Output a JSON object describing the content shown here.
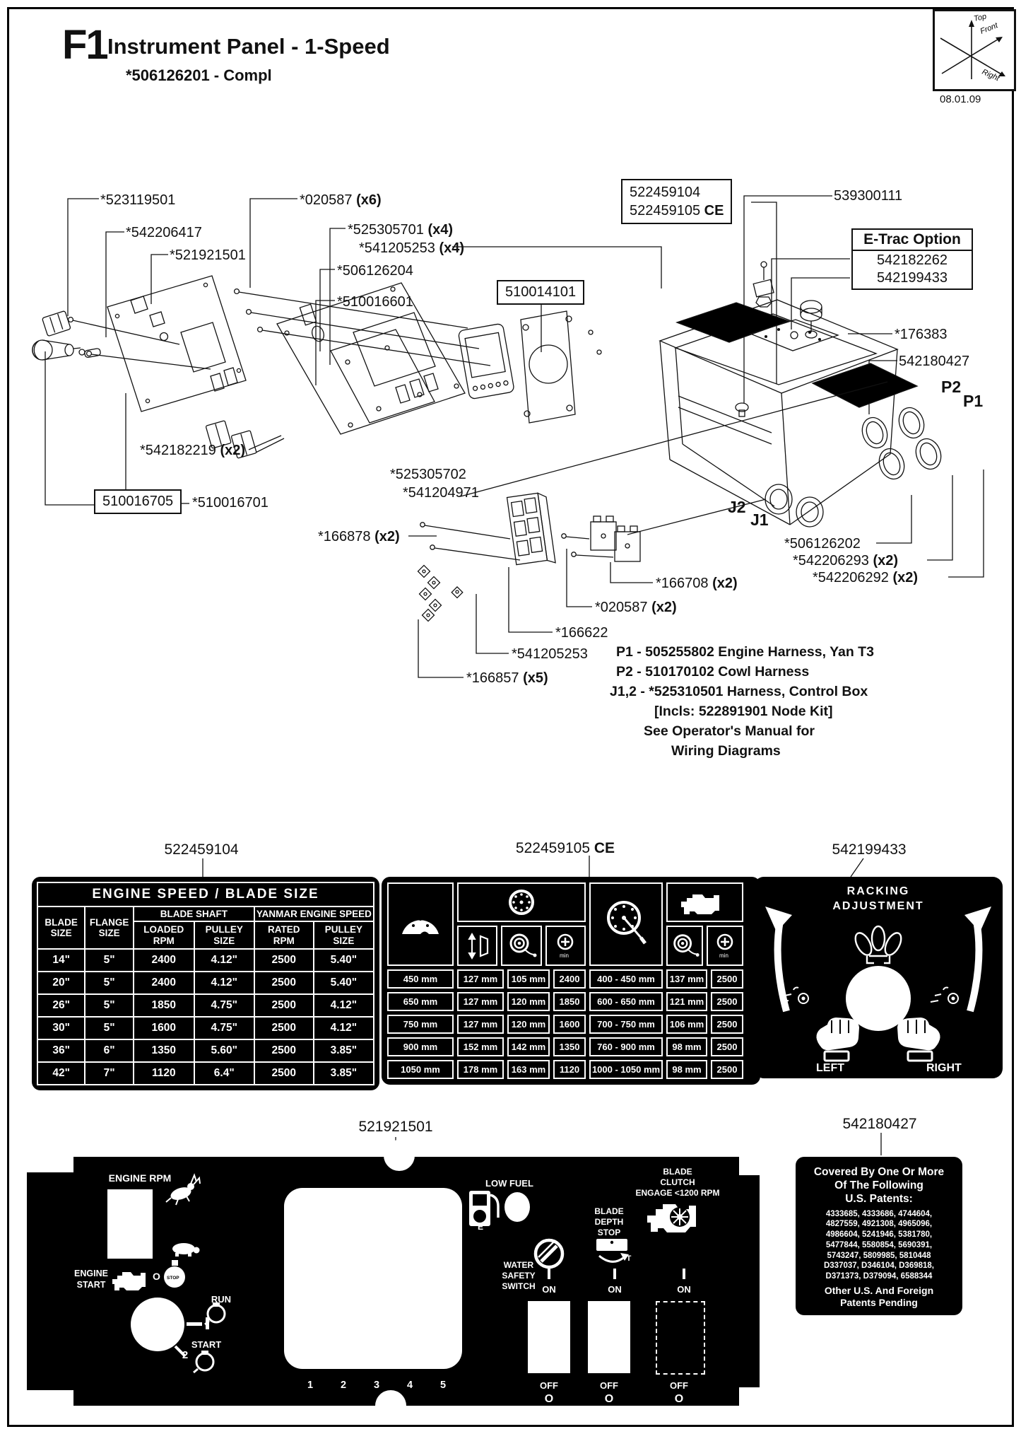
{
  "header": {
    "figure_id": "F1",
    "title": "Instrument Panel - 1-Speed",
    "subtitle": "*506126201 - Compl",
    "date": "08.01.09",
    "orientation": {
      "top": "Top",
      "front": "Front",
      "right": "Right"
    }
  },
  "callouts": {
    "c523119501": {
      "num": "*523119501"
    },
    "c542206417": {
      "num": "*542206417"
    },
    "c521921501": {
      "num": "*521921501"
    },
    "c020587x6": {
      "num": "*020587",
      "qty": "(x6)"
    },
    "c525305701": {
      "num": "*525305701",
      "qty": "(x4)"
    },
    "c541205253x4": {
      "num": "*541205253",
      "qty": "(x4)"
    },
    "c506126204": {
      "num": "*506126204"
    },
    "c510016601": {
      "num": "*510016601"
    },
    "c510014101": {
      "num": "510014101"
    },
    "box522": {
      "line1": "522459104",
      "line2": "522459105",
      "ce": "CE"
    },
    "c539300111": {
      "num": "539300111"
    },
    "etrac": {
      "title": "E-Trac Option",
      "line1": "542182262",
      "line2": "542199433"
    },
    "c176383": {
      "num": "*176383"
    },
    "c542180427": {
      "num": "542180427"
    },
    "p2": "P2",
    "p1": "P1",
    "j2": "J2",
    "j1": "J1",
    "c506126202": {
      "num": "*506126202"
    },
    "c542206293": {
      "num": "*542206293",
      "qty": "(x2)"
    },
    "c542206292": {
      "num": "*542206292",
      "qty": "(x2)"
    },
    "c166708": {
      "num": "*166708",
      "qty": "(x2)"
    },
    "c020587x2": {
      "num": "*020587",
      "qty": "(x2)"
    },
    "c166622": {
      "num": "*166622"
    },
    "c541205253": {
      "num": "*541205253"
    },
    "c166857": {
      "num": "*166857",
      "qty": "(x5)"
    },
    "c542182219": {
      "num": "*542182219",
      "qty": "(x2)"
    },
    "c510016705": {
      "num": "510016705"
    },
    "c510016701": {
      "num": "*510016701"
    },
    "c166878": {
      "num": "*166878",
      "qty": "(x2)"
    },
    "c525305702": {
      "num": "*525305702"
    },
    "c541204971": {
      "num": "*541204971"
    }
  },
  "harness_notes": [
    "P1 - 505255802 Engine Harness, Yan T3",
    "P2 - 510170102 Cowl Harness",
    "J1,2 - *525310501 Harness, Control Box",
    "[Incls: 522891901 Node Kit]",
    "See Operator's Manual for",
    "Wiring Diagrams"
  ],
  "section_labels": {
    "table1": "522459104",
    "table2_num": "522459105",
    "table2_ce": "CE",
    "label3": "542199433",
    "panel": "521921501",
    "patents": "542180427"
  },
  "engine_speed_table": {
    "title": "ENGINE SPEED / BLADE SIZE",
    "group_headers": {
      "blade_shaft": "BLADE SHAFT",
      "yanmar": "YANMAR ENGINE SPEED"
    },
    "col_headers": [
      "BLADE SIZE",
      "FLANGE SIZE",
      "LOADED RPM",
      "PULLEY SIZE",
      "RATED RPM",
      "PULLEY SIZE"
    ],
    "rows": [
      [
        "14\"",
        "5\"",
        "2400",
        "4.12\"",
        "2500",
        "5.40\""
      ],
      [
        "20\"",
        "5\"",
        "2400",
        "4.12\"",
        "2500",
        "5.40\""
      ],
      [
        "26\"",
        "5\"",
        "1850",
        "4.75\"",
        "2500",
        "4.12\""
      ],
      [
        "30\"",
        "5\"",
        "1600",
        "4.75\"",
        "2500",
        "4.12\""
      ],
      [
        "36\"",
        "6\"",
        "1350",
        "5.60\"",
        "2500",
        "3.85\""
      ],
      [
        "42\"",
        "7\"",
        "1120",
        "6.4\"",
        "2500",
        "3.85\""
      ]
    ]
  },
  "ce_table": {
    "rows": [
      [
        "450 mm",
        "127 mm",
        "105 mm",
        "2400",
        "400 - 450 mm",
        "137 mm",
        "2500"
      ],
      [
        "650 mm",
        "127 mm",
        "120 mm",
        "1850",
        "600 - 650 mm",
        "121 mm",
        "2500"
      ],
      [
        "750 mm",
        "127 mm",
        "120 mm",
        "1600",
        "700 - 750 mm",
        "106 mm",
        "2500"
      ],
      [
        "900 mm",
        "152 mm",
        "142 mm",
        "1350",
        "760 - 900 mm",
        "98 mm",
        "2500"
      ],
      [
        "1050 mm",
        "178 mm",
        "163 mm",
        "1120",
        "1000 - 1050 mm",
        "98 mm",
        "2500"
      ]
    ]
  },
  "racking_label": {
    "line1": "RACKING",
    "line2": "ADJUSTMENT",
    "left": "LEFT",
    "right": "RIGHT"
  },
  "control_panel": {
    "engine_rpm": "ENGINE RPM",
    "engine_start": [
      "ENGINE",
      "START"
    ],
    "run": "RUN",
    "start": "START",
    "pos2": "2",
    "stop": "STOP",
    "stop_o": "O",
    "low_fuel": "LOW FUEL",
    "water_safety": [
      "WATER",
      "SAFETY",
      "SWITCH"
    ],
    "blade_depth": [
      "BLADE",
      "DEPTH",
      "STOP"
    ],
    "blade_clutch": [
      "BLADE",
      "CLUTCH",
      "ENGAGE <1200 RPM"
    ],
    "on": "ON",
    "off": "OFF",
    "off_o": "O",
    "numbers": [
      "1",
      "2",
      "3",
      "4",
      "5"
    ],
    "fuel_e": "E",
    "t_mark": "T"
  },
  "patents_label": {
    "title": [
      "Covered By One Or More",
      "Of The Following",
      "U.S. Patents:"
    ],
    "numbers": [
      "4333685, 4333686, 4744604,",
      "4827559, 4921308, 4965096,",
      "4986604, 5241946, 5381780,",
      "5477844, 5580854, 5690391,",
      "5743247, 5809985, 5810448",
      "D337037, D346104, D369818,",
      "D371373, D379094, 6588344"
    ],
    "footer": [
      "Other U.S. And Foreign",
      "Patents Pending"
    ]
  },
  "colors": {
    "ink": "#111111",
    "label_bg": "#000000",
    "label_fg": "#ffffff",
    "page_bg": "#ffffff"
  }
}
